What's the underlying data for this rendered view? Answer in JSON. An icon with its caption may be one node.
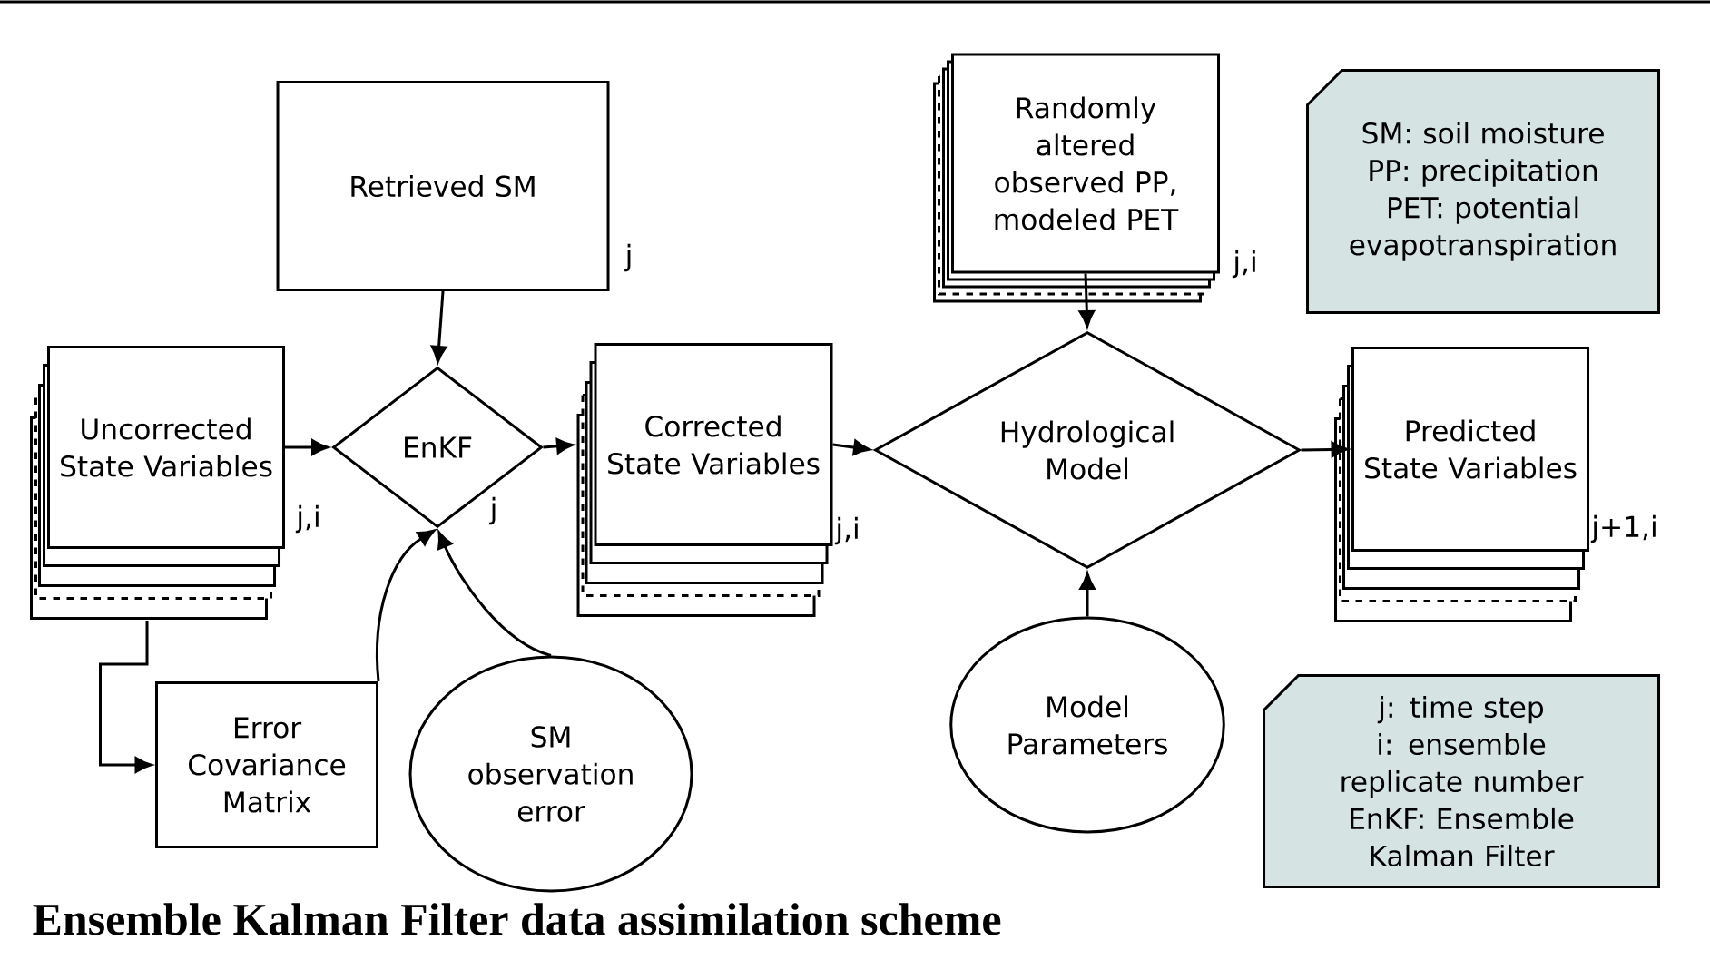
{
  "diagram": {
    "caption": "Ensemble Kalman Filter data assimilation scheme",
    "nodes": [
      {
        "text": [
          "Retrieved SM"
        ],
        "beside": [
          "j"
        ]
      },
      {
        "text": [
          "Randomly altered observed PP, modeled PET"
        ],
        "beside": [
          "j,i"
        ]
      },
      {
        "text": [
          "SM: soil moisture",
          "PP: precipitation",
          "PET: potential evapotranspiration"
        ]
      },
      {
        "text": [
          "Uncorrected State Variables"
        ],
        "beside": [
          "j,i"
        ]
      },
      {
        "text": [
          "EnKF"
        ],
        "beside": [
          "j"
        ]
      },
      {
        "text": [
          "Corrected State Variables"
        ],
        "beside": [
          "j,i"
        ]
      },
      {
        "text": [
          "Hydrological Model"
        ]
      },
      {
        "text": [
          "Predicted State Variables"
        ],
        "beside": [
          "j+1,i"
        ]
      },
      {
        "text": [
          "Error Covariance Matrix"
        ]
      },
      {
        "text": [
          "SM observation error"
        ]
      },
      {
        "text": [
          "Model Parameters"
        ]
      },
      {
        "text": [
          "j: time step",
          "i: ensemble replicate number",
          "EnKF: Ensemble Kalman Filter"
        ]
      }
    ],
    "edges": [
      {
        "from": 0,
        "to": 4,
        "arrow": "to"
      },
      {
        "from": 3,
        "to": 4,
        "arrow": "to"
      },
      {
        "from": 4,
        "to": 5,
        "arrow": "to"
      },
      {
        "from": 5,
        "to": 6,
        "arrow": "to"
      },
      {
        "from": 1,
        "to": 6,
        "arrow": "to"
      },
      {
        "from": 6,
        "to": 7,
        "arrow": "to"
      },
      {
        "from": 10,
        "to": 6,
        "arrow": "to"
      },
      {
        "from": 3,
        "to": 8,
        "arrow": "to"
      },
      {
        "from": 8,
        "to": 4,
        "arrow": "to"
      },
      {
        "from": 9,
        "to": 4,
        "arrow": "to"
      }
    ]
  }
}
